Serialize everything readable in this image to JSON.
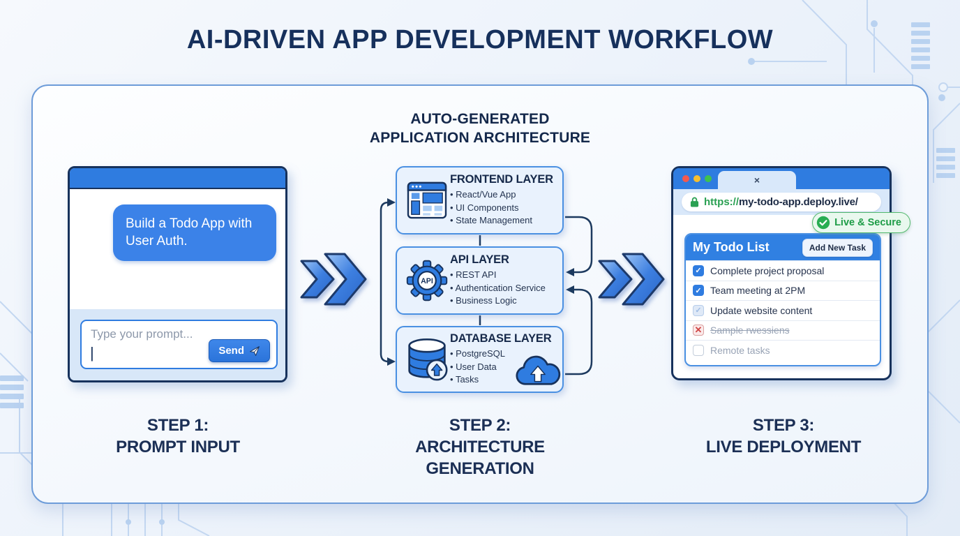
{
  "title": "AI-DRIVEN APP DEVELOPMENT WORKFLOW",
  "colors": {
    "accent_blue": "#2f7ce0",
    "navy": "#17325c",
    "panel_border": "#6d9cd9",
    "box_fill": "#e9f2fd",
    "secure_green": "#1e9c47",
    "url_green": "#2aa052",
    "traffic_lights": [
      "#f4594e",
      "#f6bf2f",
      "#3fc24f"
    ]
  },
  "icons": {
    "send": "paper-plane-icon",
    "lock": "padlock-icon",
    "secure": "check-circle-icon",
    "frontend": "browser-window-icon",
    "api": "gear-api-icon",
    "database": "database-cylinder-icon",
    "deploy": "cloud-upload-icon",
    "flow": "double-chevron-icon"
  },
  "step1": {
    "label_line1": "STEP 1:",
    "label_line2": "PROMPT INPUT",
    "chat": {
      "bubble_text": "Build a Todo App with User Auth.",
      "input_placeholder": "Type your prompt...",
      "input_cursor": "|",
      "send_label": "Send"
    }
  },
  "step2": {
    "heading_line1": "AUTO-GENERATED",
    "heading_line2": "APPLICATION ARCHITECTURE",
    "label_line1": "STEP 2:",
    "label_line2": "ARCHITECTURE",
    "label_line3": "GENERATION",
    "layers": [
      {
        "title": "FRONTEND LAYER",
        "icon": "browser-window-icon",
        "bullets": [
          "React/Vue App",
          "UI Components",
          "State Management"
        ]
      },
      {
        "title": "API LAYER",
        "icon": "gear-api-icon",
        "icon_text": "API",
        "bullets": [
          "REST API",
          "Authentication Service",
          "Business Logic"
        ]
      },
      {
        "title": "DATABASE LAYER",
        "icon": "database-cylinder-icon",
        "bullets": [
          "PostgreSQL",
          "User Data",
          "Tasks"
        ]
      }
    ]
  },
  "step3": {
    "label_line1": "STEP 3:",
    "label_line2": "LIVE DEPLOYMENT",
    "browser": {
      "tab_close": "×",
      "url_scheme": "https://",
      "url_host": "my-todo-app.deploy.live/",
      "secure_badge": "Live & Secure",
      "todo": {
        "title": "My Todo List",
        "add_button": "Add New Task",
        "items": [
          {
            "text": "Complete project proposal",
            "state": "checked"
          },
          {
            "text": "Team meeting at 2PM",
            "state": "checked"
          },
          {
            "text": "Update website content",
            "state": "checked-light"
          },
          {
            "text": "Sample rwessiens",
            "state": "rejected-struck"
          },
          {
            "text": "Remote tasks",
            "state": "unchecked"
          }
        ]
      }
    }
  }
}
